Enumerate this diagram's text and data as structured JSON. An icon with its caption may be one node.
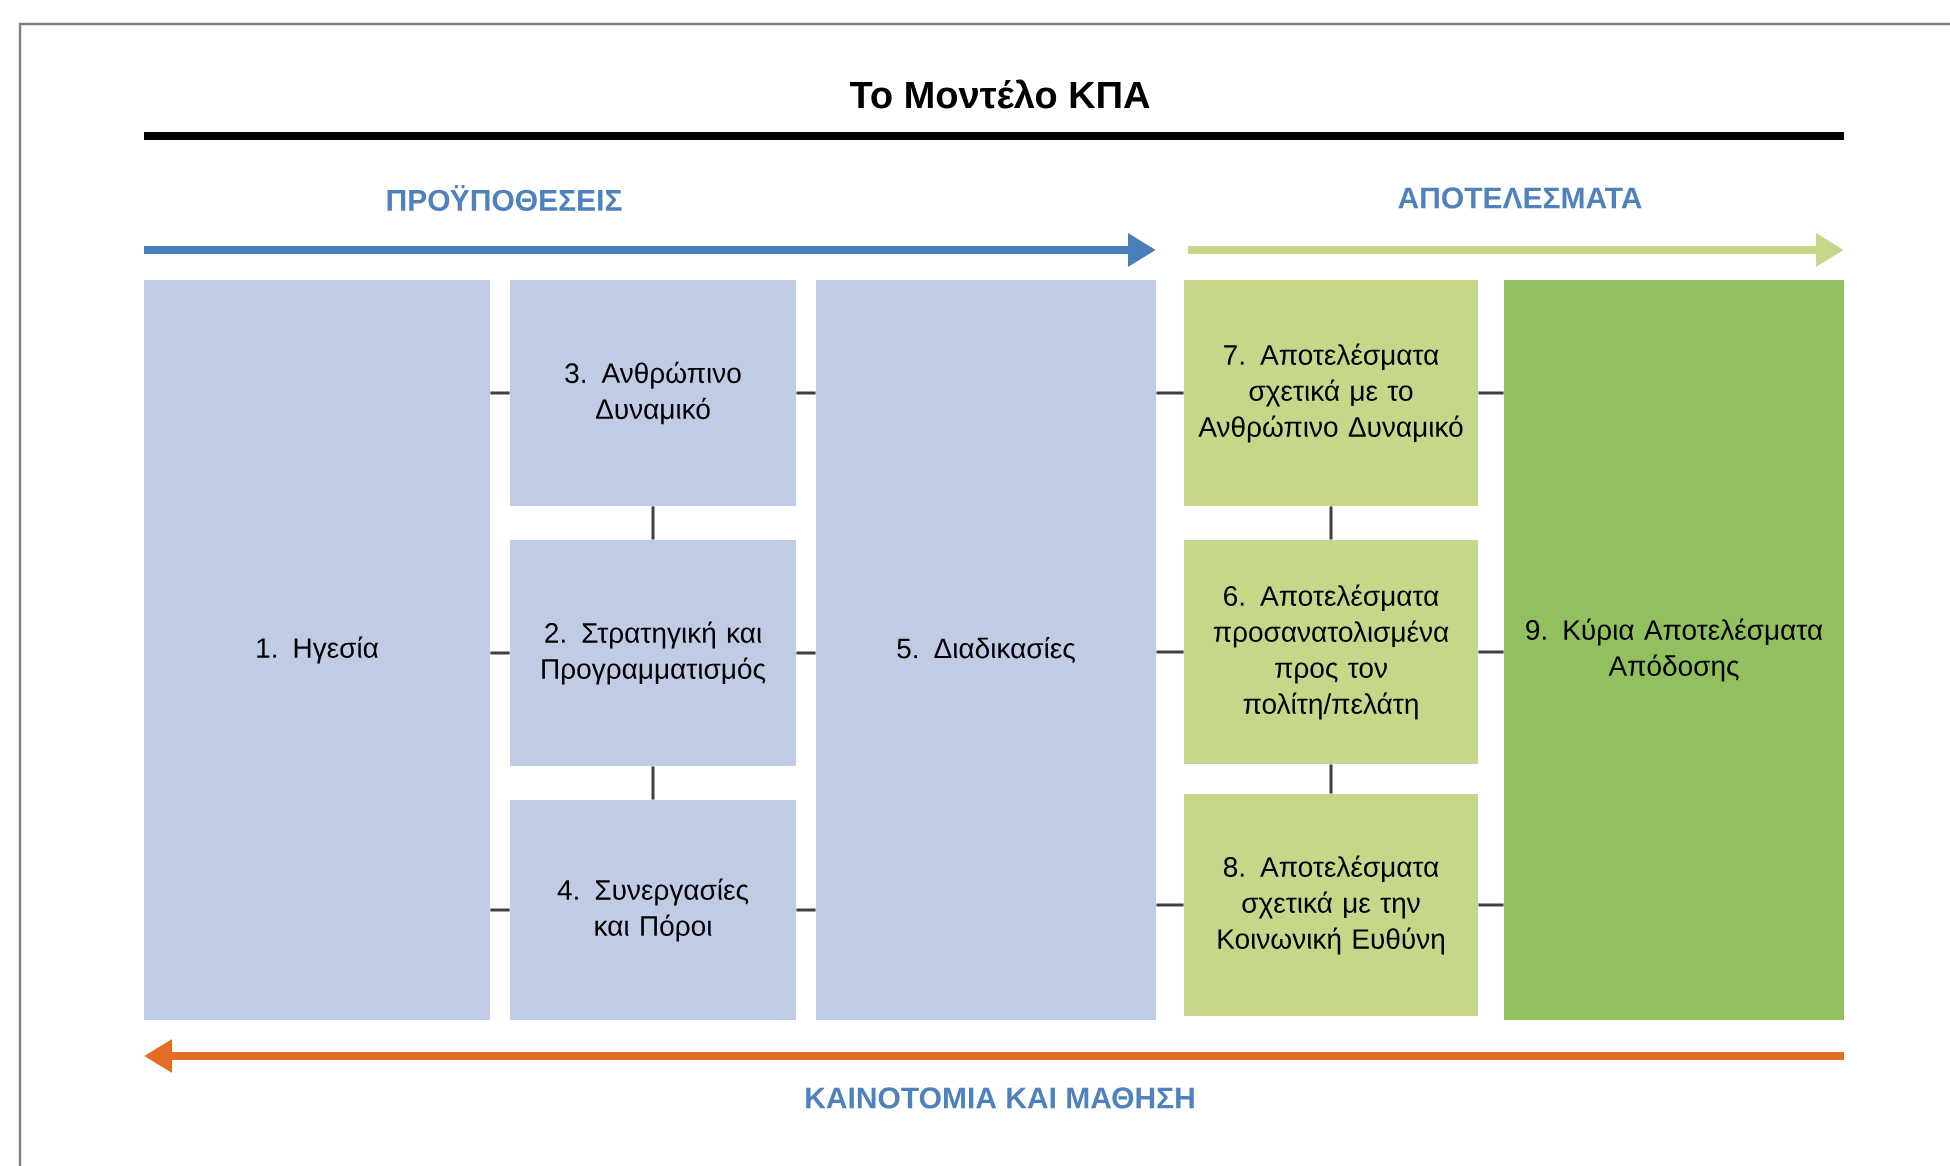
{
  "diagram": {
    "title": "Το Μοντέλο ΚΠΑ",
    "nodes": [
      {
        "text": [
          "1. Ηγεσία"
        ]
      },
      {
        "text": [
          "3. Ανθρώπινο Δυναμικό"
        ]
      },
      {
        "text": [
          "2. Στρατηγική και Προγραμματισμός"
        ]
      },
      {
        "text": [
          "4. Συνεργασίες και Πόροι"
        ]
      },
      {
        "text": [
          "5. Διαδικασίες"
        ]
      },
      {
        "text": [
          "7. Αποτελέσματα σχετικά με το Ανθρώπινο Δυναμικό"
        ]
      },
      {
        "text": [
          "6. Αποτελέσματα προσανατολισμένα προς τον πολίτη/πελάτη"
        ]
      },
      {
        "text": [
          "8. Αποτελέσματα σχετικά με την Κοινωνική Ευθύνη"
        ]
      },
      {
        "text": [
          "9. Κύρια Αποτελέσματα Απόδοσης"
        ]
      }
    ],
    "edges": [
      {
        "from": 0,
        "to": 1,
        "arrow": "none"
      },
      {
        "from": 0,
        "to": 2,
        "arrow": "none"
      },
      {
        "from": 0,
        "to": 3,
        "arrow": "none"
      },
      {
        "from": 1,
        "to": 2,
        "arrow": "none"
      },
      {
        "from": 2,
        "to": 3,
        "arrow": "none"
      },
      {
        "from": 1,
        "to": 4,
        "arrow": "none"
      },
      {
        "from": 2,
        "to": 4,
        "arrow": "none"
      },
      {
        "from": 3,
        "to": 4,
        "arrow": "none"
      },
      {
        "from": 4,
        "to": 5,
        "arrow": "none"
      },
      {
        "from": 4,
        "to": 6,
        "arrow": "none"
      },
      {
        "from": 4,
        "to": 7,
        "arrow": "none"
      },
      {
        "from": 5,
        "to": 6,
        "arrow": "none"
      },
      {
        "from": 6,
        "to": 7,
        "arrow": "none"
      },
      {
        "from": 5,
        "to": 8,
        "arrow": "none"
      },
      {
        "from": 6,
        "to": 8,
        "arrow": "none"
      },
      {
        "from": 7,
        "to": 8,
        "arrow": "none"
      }
    ],
    "labels": [
      "ΠΡΟΫΠΟΘΕΣΕΙΣ",
      "ΑΠΟΤΕΛΕΣΜΑΤΑ",
      "ΚΑΙΝΟΤΟΜΙΑ ΚΑΙ ΜΑΘΗΣΗ"
    ]
  }
}
